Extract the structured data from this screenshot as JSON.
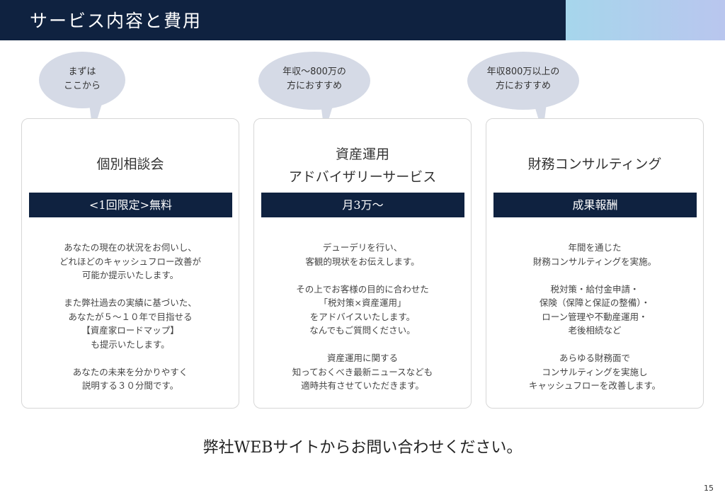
{
  "header": {
    "title": "サービス内容と費用"
  },
  "bubbles": [
    {
      "lines": [
        "まずは",
        "ここから"
      ]
    },
    {
      "lines": [
        "年収〜800万の",
        "方におすすめ"
      ]
    },
    {
      "lines": [
        "年収800万以上の",
        "方におすすめ"
      ]
    }
  ],
  "cards": [
    {
      "title_lines": [
        "個別相談会"
      ],
      "price": "<1回限定>無料",
      "body_lines": [
        "あなたの現在の状況をお伺いし、",
        "どれほどのキャッシュフロー改善が",
        "可能か提示いたします。",
        "",
        "また弊社過去の実績に基づいた、",
        "あなたが５〜１０年で目指せる",
        "【資産家ロードマップ】",
        "も提示いたします。",
        "",
        "あなたの未来を分かりやすく",
        "説明する３０分間です。"
      ]
    },
    {
      "title_lines": [
        "資産運用",
        "アドバイザリーサービス"
      ],
      "price": "月3万〜",
      "body_lines": [
        "デューデリを行い、",
        "客観的現状をお伝えします。",
        "",
        "その上でお客様の目的に合わせた",
        "「税対策×資産運用」",
        "をアドバイスいたします。",
        "なんでもご質問ください。",
        "",
        "資産運用に関する",
        "知っておくべき最新ニュースなども",
        "適時共有させていただきます。"
      ]
    },
    {
      "title_lines": [
        "財務コンサルティング"
      ],
      "price": "成果報酬",
      "body_lines": [
        "年間を通じた",
        "財務コンサルティングを実施。",
        "",
        "税対策・給付金申請・",
        "保険（保障と保証の整備）・",
        "ローン管理や不動産運用・",
        "老後相続など",
        "",
        "あらゆる財務面で",
        "コンサルティングを実施し",
        "キャッシュフローを改善します。"
      ]
    }
  ],
  "cta": {
    "text": "弊社WEBサイトからお問い合わせください。"
  },
  "page": {
    "number": "15"
  },
  "colors": {
    "navy": "#0f2240",
    "bubble": "#d5dae6",
    "accent": "#a6d6ec"
  }
}
